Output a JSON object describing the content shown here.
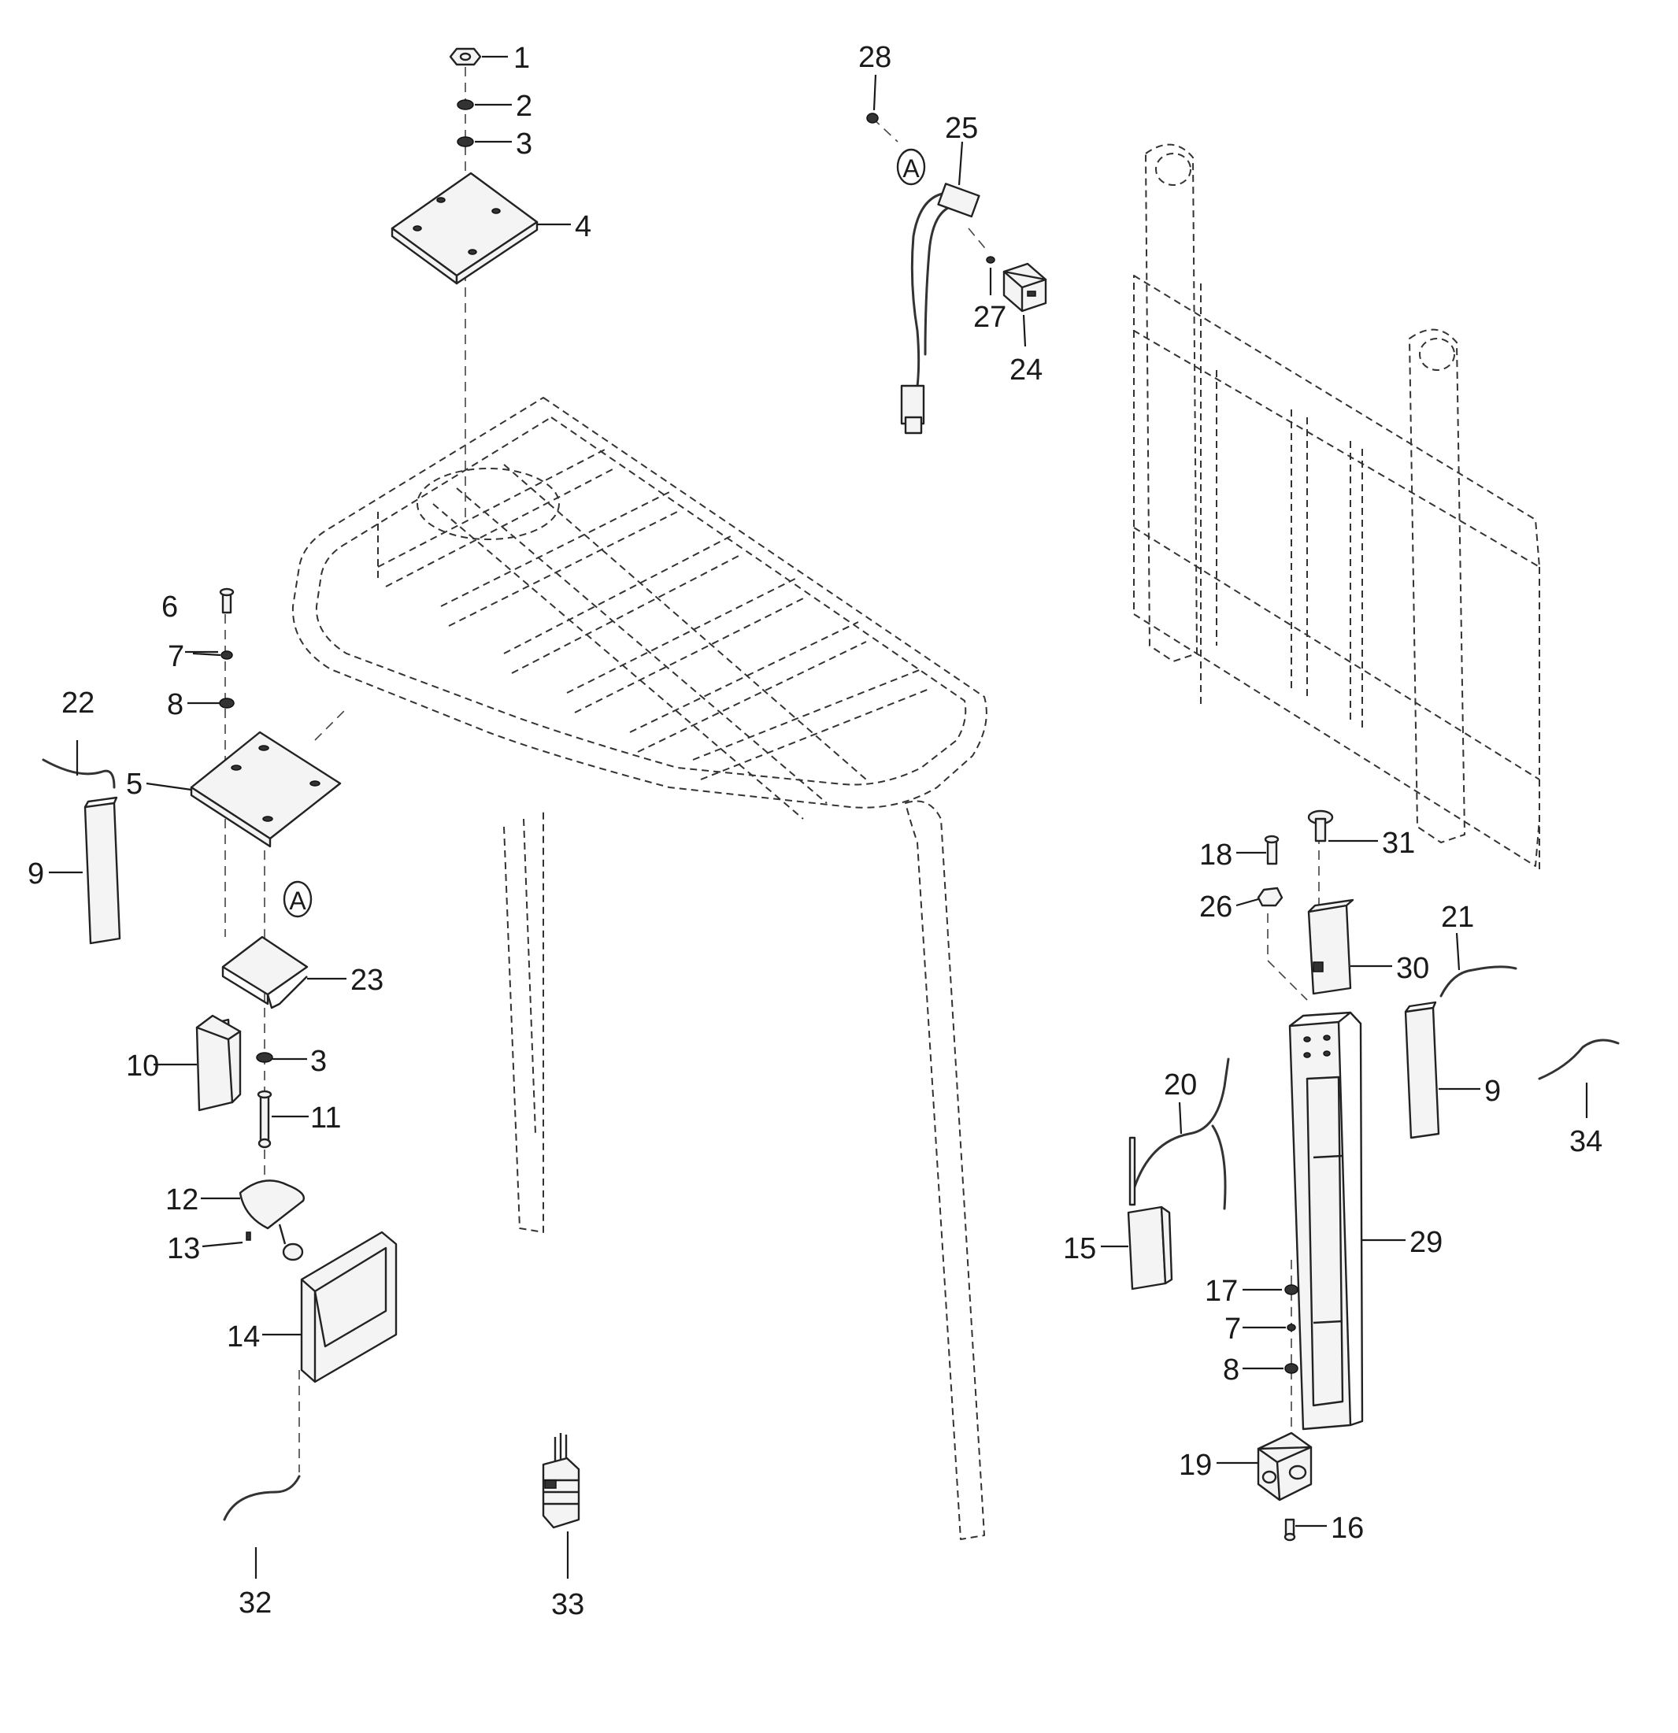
{
  "callouts": {
    "c1": "1",
    "c2": "2",
    "c3a": "3",
    "c3b": "3",
    "c4": "4",
    "c5": "5",
    "c6": "6",
    "c7a": "7",
    "c7b": "7",
    "c8a": "8",
    "c8b": "8",
    "c9a": "9",
    "c9b": "9",
    "c10": "10",
    "c11": "11",
    "c12": "12",
    "c13": "13",
    "c14": "14",
    "c15": "15",
    "c16": "16",
    "c17": "17",
    "c18": "18",
    "c19": "19",
    "c20": "20",
    "c21": "21",
    "c22": "22",
    "c23": "23",
    "c24": "24",
    "c25": "25",
    "c26": "26",
    "c27": "27",
    "c28": "28",
    "c29": "29",
    "c30": "30",
    "c31": "31",
    "c32": "32",
    "c33": "33",
    "c34": "34"
  },
  "references": {
    "ref_a_upper": "A",
    "ref_a_lower": "A"
  }
}
